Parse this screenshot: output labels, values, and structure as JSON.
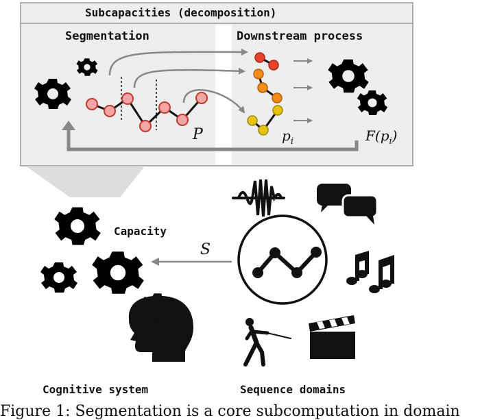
{
  "panel": {
    "title": "Subcapacities (decomposition)",
    "left_heading": "Segmentation",
    "right_heading": "Downstream process",
    "label_P": "P",
    "label_pi_base": "p",
    "label_pi_sub": "i",
    "label_F_prefix": "F(",
    "label_F_sub": "i",
    "label_F_suffix": ")"
  },
  "main": {
    "capacity_label": "Capacity",
    "arrow_label": "S",
    "left_footer": "Cognitive system",
    "right_footer": "Sequence domains"
  },
  "caption": "Figure 1: Segmentation is a core subcomputation in domain",
  "colors": {
    "panel_bg": "#eeeeee",
    "panel_border": "#999999",
    "arrow_gray": "#888888",
    "node_pink": "#f3a6a6",
    "node_pink_stroke": "#c0392b",
    "node_red": "#e8432a",
    "node_orange": "#f28c1c",
    "node_amber": "#f0b323",
    "node_yellow": "#e7c30d"
  },
  "icons": [
    "gear-icon",
    "head-gears-icon",
    "waveform-icon",
    "speech-bubbles-icon",
    "music-notes-icon",
    "fencer-icon",
    "clapperboard-icon",
    "sequence-icon"
  ]
}
